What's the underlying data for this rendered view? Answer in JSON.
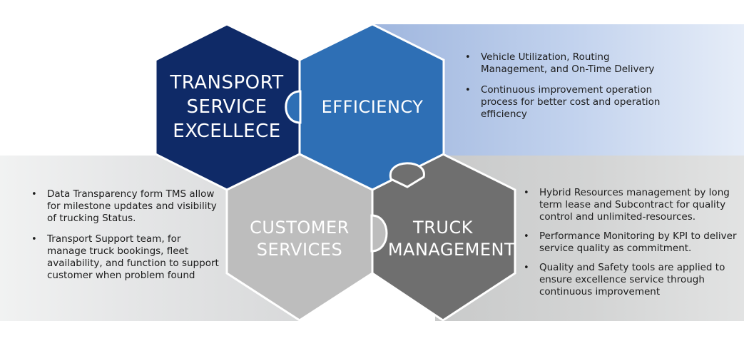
{
  "hexagons": {
    "transport": {
      "line1": "TRANSPORT",
      "line2": "SERVICE",
      "line3": "EXCELLECE",
      "color": "#0f2a67"
    },
    "efficiency": {
      "line1": "EFFICIENCY",
      "color": "#2e6fb5"
    },
    "customer": {
      "line1": "CUSTOMER",
      "line2": "SERVICES",
      "color": "#bdbdbd"
    },
    "truck": {
      "line1": "TRUCK",
      "line2": "MANAGEMENT",
      "color": "#6f6f6f"
    }
  },
  "efficiency_points": [
    "Vehicle Utilization, Routing Management, and On-Time Delivery",
    "Continuous improvement operation process for better cost and operation efficiency"
  ],
  "customer_points": [
    "Data Transparency form TMS allow for milestone updates and visibility of trucking Status.",
    "Transport Support team, for manage truck bookings, fleet availability, and function to support customer when problem found"
  ],
  "truck_points": [
    "Hybrid Resources management by long term lease and Subcontract for quality control and unlimited-resources.",
    "Performance Monitoring by KPI to deliver service quality as commitment.",
    "Quality and Safety tools are applied to ensure excellence service through continuous improvement"
  ]
}
